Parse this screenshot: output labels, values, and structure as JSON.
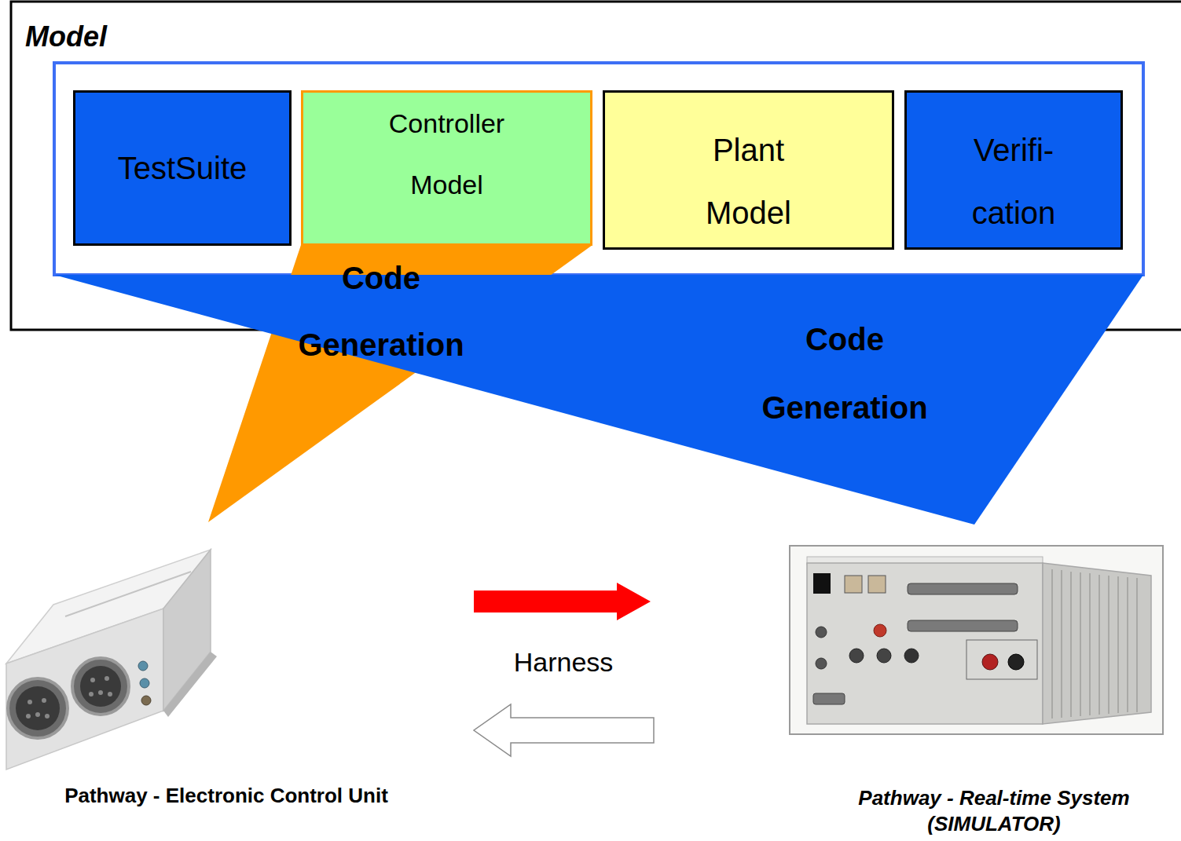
{
  "diagram": {
    "nodes": [
      {
        "text": [
          "Model"
        ]
      },
      {
        "text": [
          "TestSuite"
        ],
        "in": 0
      },
      {
        "text": [
          "Controller Model"
        ],
        "in": 0
      },
      {
        "text": [
          "Plant Model"
        ],
        "in": 0
      },
      {
        "text": [
          "Verifi- cation"
        ],
        "in": 0
      },
      {
        "text": [
          "Pathway - Electronic Control Unit"
        ]
      },
      {
        "text": [
          "Pathway - Real-time System (SIMULATOR)"
        ]
      }
    ],
    "edges": [
      {
        "from": 2,
        "to": 5,
        "label": "Code Generation",
        "arrow": "to"
      },
      {
        "from": 0,
        "to": 6,
        "label": "Code Generation",
        "arrow": "to"
      },
      {
        "from": 5,
        "to": 6,
        "label": "Harness",
        "arrow": "to"
      },
      {
        "from": 6,
        "to": 5,
        "arrow": "to"
      }
    ]
  }
}
